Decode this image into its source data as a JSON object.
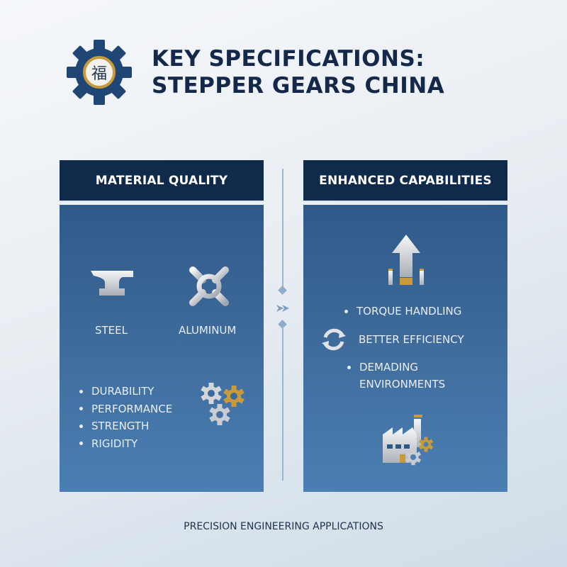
{
  "header": {
    "logo_glyph": "福",
    "title_line1": "KEY SPECIFICATIONS:",
    "title_line2": "STEPPER GEARS CHINA"
  },
  "left_panel": {
    "title": "MATERIAL QUALITY",
    "materials": [
      {
        "label": "STEEL",
        "icon": "anvil-icon"
      },
      {
        "label": "ALUMINUM",
        "icon": "aluminum-cross-icon"
      }
    ],
    "bullets": [
      "DURABILITY",
      "PERFORMANCE",
      "STRENGTH",
      "RIGIDITY"
    ],
    "decor_icon": "gears-cluster-icon"
  },
  "right_panel": {
    "title": "ENHANCED CAPABILITIES",
    "top_icon": "torque-arrow-up-icon",
    "items": [
      {
        "label": "TORQUE HANDLING",
        "marker": "bullet"
      },
      {
        "label": "BETTER EFFICIENCY",
        "marker": "refresh-cycle-icon"
      },
      {
        "label": "DEMADING",
        "marker": "bullet"
      },
      {
        "label": "ENVIRONMENTS",
        "marker": "none"
      }
    ],
    "bottom_icon": "factory-gears-icon"
  },
  "divider": {
    "icon": "double-chevron-right-icon"
  },
  "footer": {
    "text": "PRECISION ENGINEERING APPLICATIONS"
  },
  "colors": {
    "navy": "#102a4c",
    "title_text": "#14294a",
    "panel_top": "#2f5988",
    "panel_bottom": "#4b7fb3",
    "gold": "#c99a3a",
    "silver": "#d9dde2",
    "divider": "#9bb6cf"
  }
}
